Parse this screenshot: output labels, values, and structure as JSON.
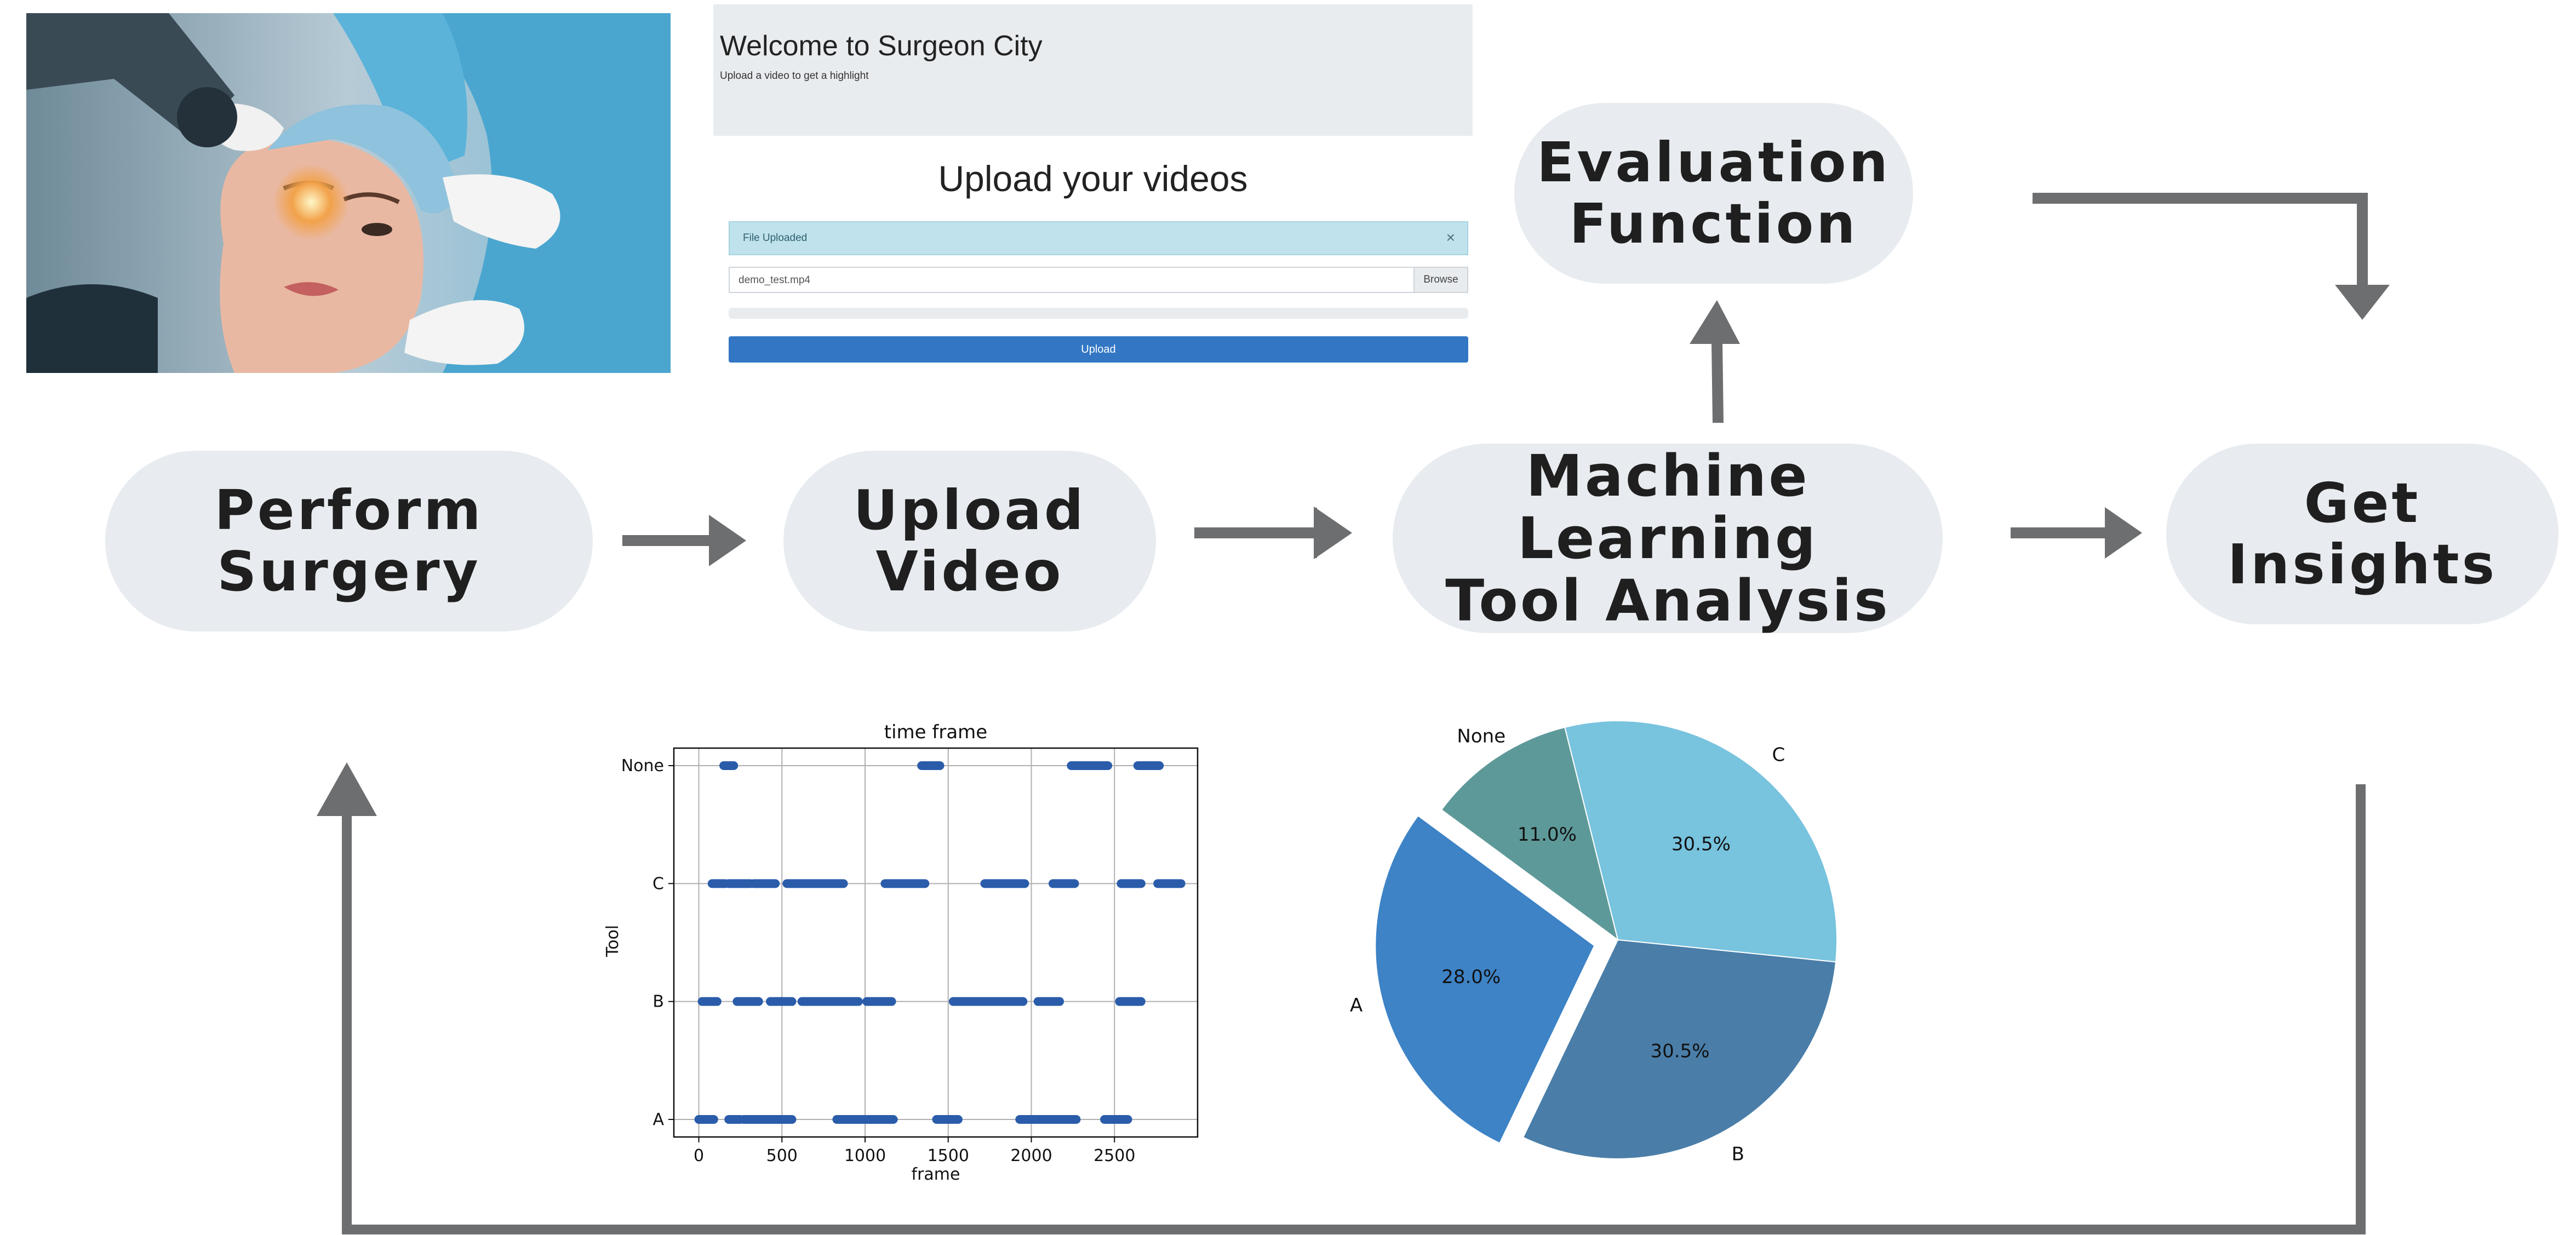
{
  "web_ui": {
    "welcome_title": "Welcome to Surgeon City",
    "welcome_subtitle": "Upload a video to get a highlight",
    "upload_title": "Upload your videos",
    "alert_text": "File Uploaded",
    "alert_close": "×",
    "file_name": "demo_test.mp4",
    "browse_label": "Browse",
    "upload_button": "Upload"
  },
  "flow": {
    "perform_surgery": "Perform\nSurgery",
    "upload_video": "Upload\nVideo",
    "ml_analysis": "Machine Learning\nTool Analysis",
    "get_insights": "Get\nInsights",
    "evaluation": "Evaluation\nFunction"
  },
  "colors": {
    "node_fill": "#e8ecf0",
    "arrow": "#6d6e70",
    "scatter_points": "#2a5caa"
  },
  "chart_data": [
    {
      "type": "scatter",
      "title": "time frame",
      "xlabel": "frame",
      "ylabel": "Tool",
      "categories": [
        "A",
        "B",
        "C",
        "None"
      ],
      "xticks": [
        0,
        500,
        1000,
        1500,
        2000,
        2500
      ],
      "xlim": [
        -150,
        3000
      ],
      "grid": true,
      "segments": {
        "None": [
          [
            150,
            210
          ],
          [
            1340,
            1450
          ],
          [
            2240,
            2460
          ],
          [
            2640,
            2770
          ]
        ],
        "C": [
          [
            80,
            160
          ],
          [
            180,
            310
          ],
          [
            330,
            460
          ],
          [
            530,
            870
          ],
          [
            1120,
            1360
          ],
          [
            1720,
            1960
          ],
          [
            2130,
            2260
          ],
          [
            2540,
            2660
          ],
          [
            2760,
            2900
          ]
        ],
        "B": [
          [
            20,
            110
          ],
          [
            230,
            360
          ],
          [
            430,
            560
          ],
          [
            620,
            960
          ],
          [
            1010,
            1160
          ],
          [
            1530,
            1950
          ],
          [
            2040,
            2170
          ],
          [
            2530,
            2660
          ]
        ],
        "A": [
          [
            0,
            90
          ],
          [
            180,
            250
          ],
          [
            270,
            560
          ],
          [
            830,
            1170
          ],
          [
            1430,
            1560
          ],
          [
            1930,
            2270
          ],
          [
            2440,
            2580
          ]
        ]
      }
    },
    {
      "type": "pie",
      "labels": [
        "C",
        "B",
        "A",
        "None"
      ],
      "values": [
        30.5,
        30.5,
        28.0,
        11.0
      ],
      "value_labels": [
        "30.5%",
        "30.5%",
        "28.0%",
        "11.0%"
      ],
      "colors": [
        "#78c3de",
        "#4a7ea8",
        "#3d83c6",
        "#5e9999"
      ],
      "exploded": "A"
    }
  ]
}
